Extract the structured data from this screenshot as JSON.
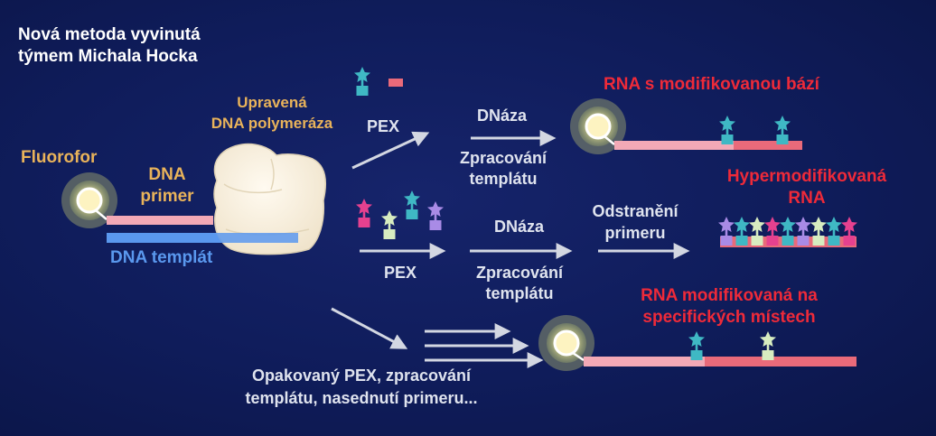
{
  "title": {
    "line1": "Nová metoda vyvinutá",
    "line2": "týmem Michala Hocka"
  },
  "labels": {
    "fluorophore": "Fluorofor",
    "dna_primer_1": "DNA",
    "dna_primer_2": "primer",
    "polymerase_1": "Upravená",
    "polymerase_2": "DNA polymeráza",
    "dna_template": "DNA templát"
  },
  "steps": {
    "pex": "PEX",
    "dnase": "DNáza",
    "processing_1": "Zpracování",
    "processing_2": "templátu",
    "primer_removal_1": "Odstranění",
    "primer_removal_2": "primeru",
    "repeat_1": "Opakovaný PEX, zpracování",
    "repeat_2": "templátu, nasednutí primeru..."
  },
  "results": {
    "modified_base": "RNA s modifikovanou bází",
    "hyper_1": "Hypermodifikovaná",
    "hyper_2": "RNA",
    "site_specific_1": "RNA modifikovaná na",
    "site_specific_2": "specifických místech"
  },
  "colors": {
    "background": "#0f1c5a",
    "red": "#ee2a39",
    "gold": "#e9b35a",
    "blue": "#5a98ee",
    "pink": "#f3a9b6",
    "rose": "#e96a7a",
    "teal": "#3fb8c4",
    "magenta": "#e5418f",
    "light_green": "#d7ecc0",
    "purple": "#a98be6"
  },
  "icons": [
    "fluorophore-icon",
    "nucleotide-icon",
    "polymerase-icon",
    "arrow-icon"
  ]
}
